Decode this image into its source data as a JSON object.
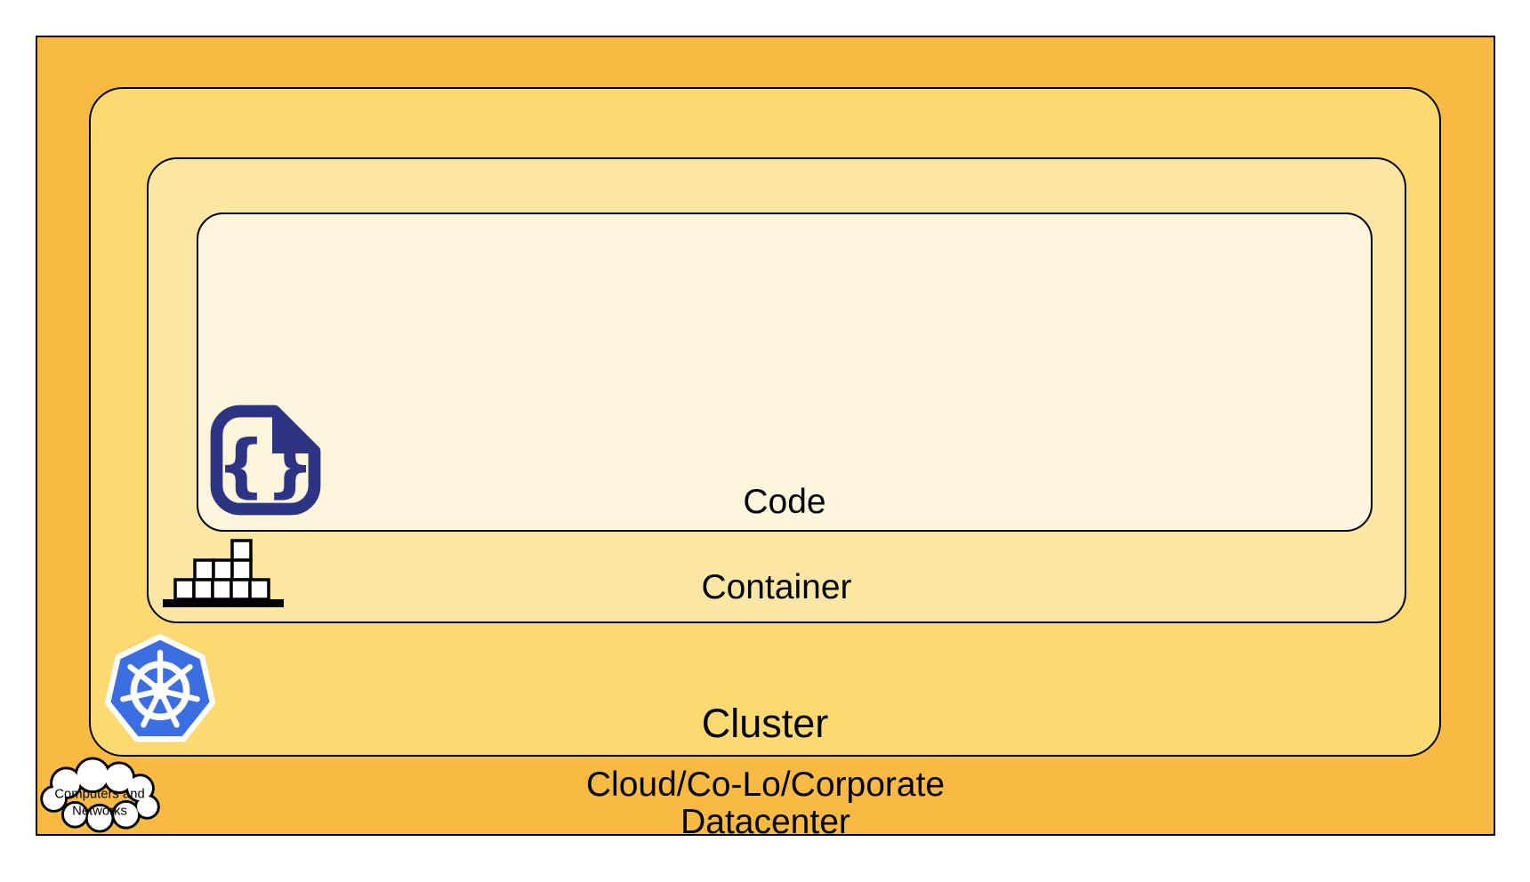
{
  "layers": {
    "code": {
      "label": "Code"
    },
    "container": {
      "label": "Container"
    },
    "cluster": {
      "label": "Cluster"
    },
    "datacenter": {
      "label_line1": "Cloud/Co-Lo/Corporate",
      "label_line2": "Datacenter"
    }
  },
  "cloud": {
    "line1": "Computers and",
    "line2": "Networks"
  },
  "icons": {
    "code_braces": "{}",
    "code_icon_name": "code-file-icon",
    "container_icon_name": "container-stack-icon",
    "cluster_icon_name": "kubernetes-icon",
    "datacenter_icon_name": "cloud-computers-networks-icon"
  },
  "colors": {
    "datacenter": "#F8BA43",
    "cluster": "#FDD972",
    "container": "#FBE7A3",
    "code": "#FDF5DC",
    "kubernetes_blue": "#3B6FE1",
    "icon_navy": "#2E3484",
    "outline": "#000000",
    "cloud_fill": "#FFFFFF"
  }
}
